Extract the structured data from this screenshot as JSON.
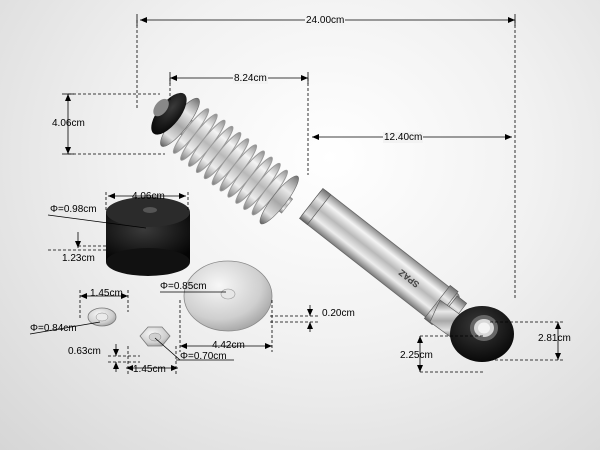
{
  "labels": {
    "total_length": "24.00cm",
    "spring_length": "8.24cm",
    "body_length": "12.40cm",
    "top_height": "4.06cm",
    "bushing_width": "4.06cm",
    "bushing_hole": "Φ=0.98cm",
    "bushing_height": "1.23cm",
    "washer_hole": "Φ=0.85cm",
    "washer_diameter": "4.42cm",
    "washer_thickness": "0.20cm",
    "lock_washer_width": "1.45cm",
    "lock_washer_hole": "Φ=0.84cm",
    "nut_thickness": "0.63cm",
    "nut_hole": "Φ=0.70cm",
    "nut_width": "1.45cm",
    "eye_inner_height": "2.25cm",
    "eye_outer_height": "2.81cm"
  },
  "product_marking": "SPAZ"
}
